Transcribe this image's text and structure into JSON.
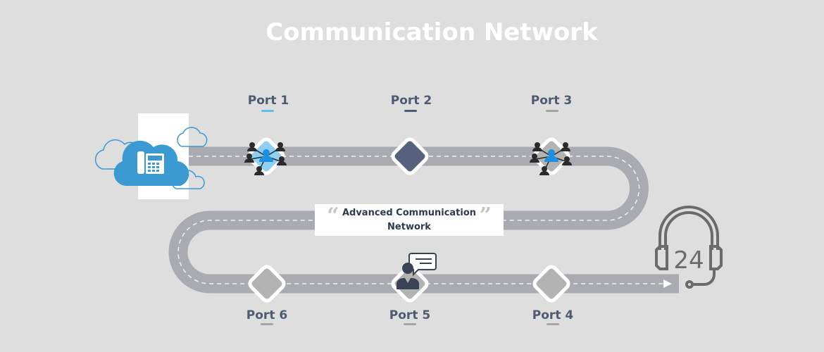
{
  "title": "Communication Network",
  "callout": {
    "open_quote": "“",
    "line1": "Advanced Communication",
    "line2": "Network",
    "close_quote": "”"
  },
  "ports": [
    {
      "label": "Port 1",
      "icon": "people-network-icon",
      "underline_color": "#5bc0eb"
    },
    {
      "label": "Port 2",
      "icon": "diamond-marker",
      "underline_color": "#4e5a70"
    },
    {
      "label": "Port 3",
      "icon": "people-network-icon",
      "underline_color": "#a6a6a6"
    },
    {
      "label": "Port 4",
      "icon": "diamond-marker",
      "underline_color": "#a6a6a6"
    },
    {
      "label": "Port 5",
      "icon": "support-agent-chat-icon",
      "underline_color": "#a6a6a6"
    },
    {
      "label": "Port 6",
      "icon": "diamond-marker",
      "underline_color": "#a6a6a6"
    }
  ],
  "endpoints": {
    "start": "cloud-phone-icon",
    "end": "headset-24-icon",
    "end_text": "24"
  },
  "colors": {
    "background": "#dedede",
    "road": "#a9abb1",
    "accent_blue": "#3b9ad2",
    "node_dark": "#55617d",
    "node_grey": "#b3b3b3",
    "icon_dark": "#2b2b2b",
    "headset": "#6b6b6b"
  }
}
